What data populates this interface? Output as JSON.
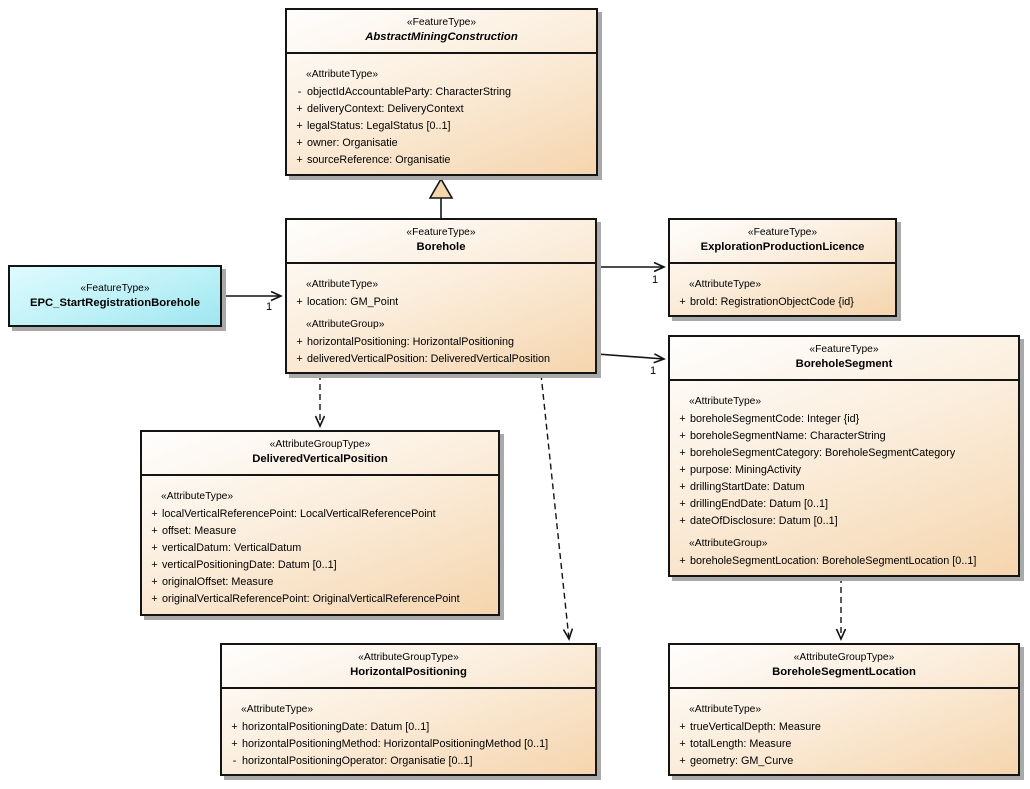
{
  "classes": {
    "amc": {
      "stereotype": "«FeatureType»",
      "name": "AbstractMiningConstruction",
      "sections": [
        {
          "header": "«AttributeType»",
          "attrs": [
            {
              "vis": "-",
              "text": "objectIdAccountableParty: CharacterString"
            },
            {
              "vis": "+",
              "text": "deliveryContext: DeliveryContext"
            },
            {
              "vis": "+",
              "text": "legalStatus: LegalStatus [0..1]"
            },
            {
              "vis": "+",
              "text": "owner: Organisatie"
            },
            {
              "vis": "+",
              "text": "sourceReference: Organisatie"
            }
          ]
        }
      ]
    },
    "borehole": {
      "stereotype": "«FeatureType»",
      "name": "Borehole",
      "sections": [
        {
          "header": "«AttributeType»",
          "attrs": [
            {
              "vis": "+",
              "text": "location: GM_Point"
            }
          ]
        },
        {
          "header": "«AttributeGroup»",
          "attrs": [
            {
              "vis": "+",
              "text": "horizontalPositioning: HorizontalPositioning"
            },
            {
              "vis": "+",
              "text": "deliveredVerticalPosition: DeliveredVerticalPosition"
            }
          ]
        }
      ]
    },
    "epc": {
      "stereotype": "«FeatureType»",
      "name": "EPC_StartRegistrationBorehole"
    },
    "epl": {
      "stereotype": "«FeatureType»",
      "name": "ExplorationProductionLicence",
      "sections": [
        {
          "header": "«AttributeType»",
          "attrs": [
            {
              "vis": "+",
              "text": "broId: RegistrationObjectCode {id}"
            }
          ]
        }
      ]
    },
    "bseg": {
      "stereotype": "«FeatureType»",
      "name": "BoreholeSegment",
      "sections": [
        {
          "header": "«AttributeType»",
          "attrs": [
            {
              "vis": "+",
              "text": "boreholeSegmentCode: Integer {id}"
            },
            {
              "vis": "+",
              "text": "boreholeSegmentName: CharacterString"
            },
            {
              "vis": "+",
              "text": "boreholeSegmentCategory: BoreholeSegmentCategory"
            },
            {
              "vis": "+",
              "text": "purpose: MiningActivity"
            },
            {
              "vis": "+",
              "text": "drillingStartDate: Datum"
            },
            {
              "vis": "+",
              "text": "drillingEndDate: Datum [0..1]"
            },
            {
              "vis": "+",
              "text": "dateOfDisclosure: Datum [0..1]"
            }
          ]
        },
        {
          "header": "«AttributeGroup»",
          "attrs": [
            {
              "vis": "+",
              "text": "boreholeSegmentLocation: BoreholeSegmentLocation [0..1]"
            }
          ]
        }
      ]
    },
    "dvp": {
      "stereotype": "«AttributeGroupType»",
      "name": "DeliveredVerticalPosition",
      "sections": [
        {
          "header": "«AttributeType»",
          "attrs": [
            {
              "vis": "+",
              "text": "localVerticalReferencePoint: LocalVerticalReferencePoint"
            },
            {
              "vis": "+",
              "text": "offset: Measure"
            },
            {
              "vis": "+",
              "text": "verticalDatum: VerticalDatum"
            },
            {
              "vis": "+",
              "text": "verticalPositioningDate: Datum [0..1]"
            },
            {
              "vis": "+",
              "text": "originalOffset: Measure"
            },
            {
              "vis": "+",
              "text": "originalVerticalReferencePoint: OriginalVerticalReferencePoint"
            }
          ]
        }
      ]
    },
    "hp": {
      "stereotype": "«AttributeGroupType»",
      "name": "HorizontalPositioning",
      "sections": [
        {
          "header": "«AttributeType»",
          "attrs": [
            {
              "vis": "+",
              "text": "horizontalPositioningDate: Datum [0..1]"
            },
            {
              "vis": "+",
              "text": "horizontalPositioningMethod: HorizontalPositioningMethod [0..1]"
            },
            {
              "vis": "-",
              "text": "horizontalPositioningOperator: Organisatie [0..1]"
            }
          ]
        }
      ]
    },
    "bsl": {
      "stereotype": "«AttributeGroupType»",
      "name": "BoreholeSegmentLocation",
      "sections": [
        {
          "header": "«AttributeType»",
          "attrs": [
            {
              "vis": "+",
              "text": "trueVerticalDepth: Measure"
            },
            {
              "vis": "+",
              "text": "totalLength: Measure"
            },
            {
              "vis": "+",
              "text": "geometry: GM_Curve"
            }
          ]
        }
      ]
    }
  },
  "labels": {
    "m1": "1",
    "m2": "1",
    "m3": "1"
  }
}
